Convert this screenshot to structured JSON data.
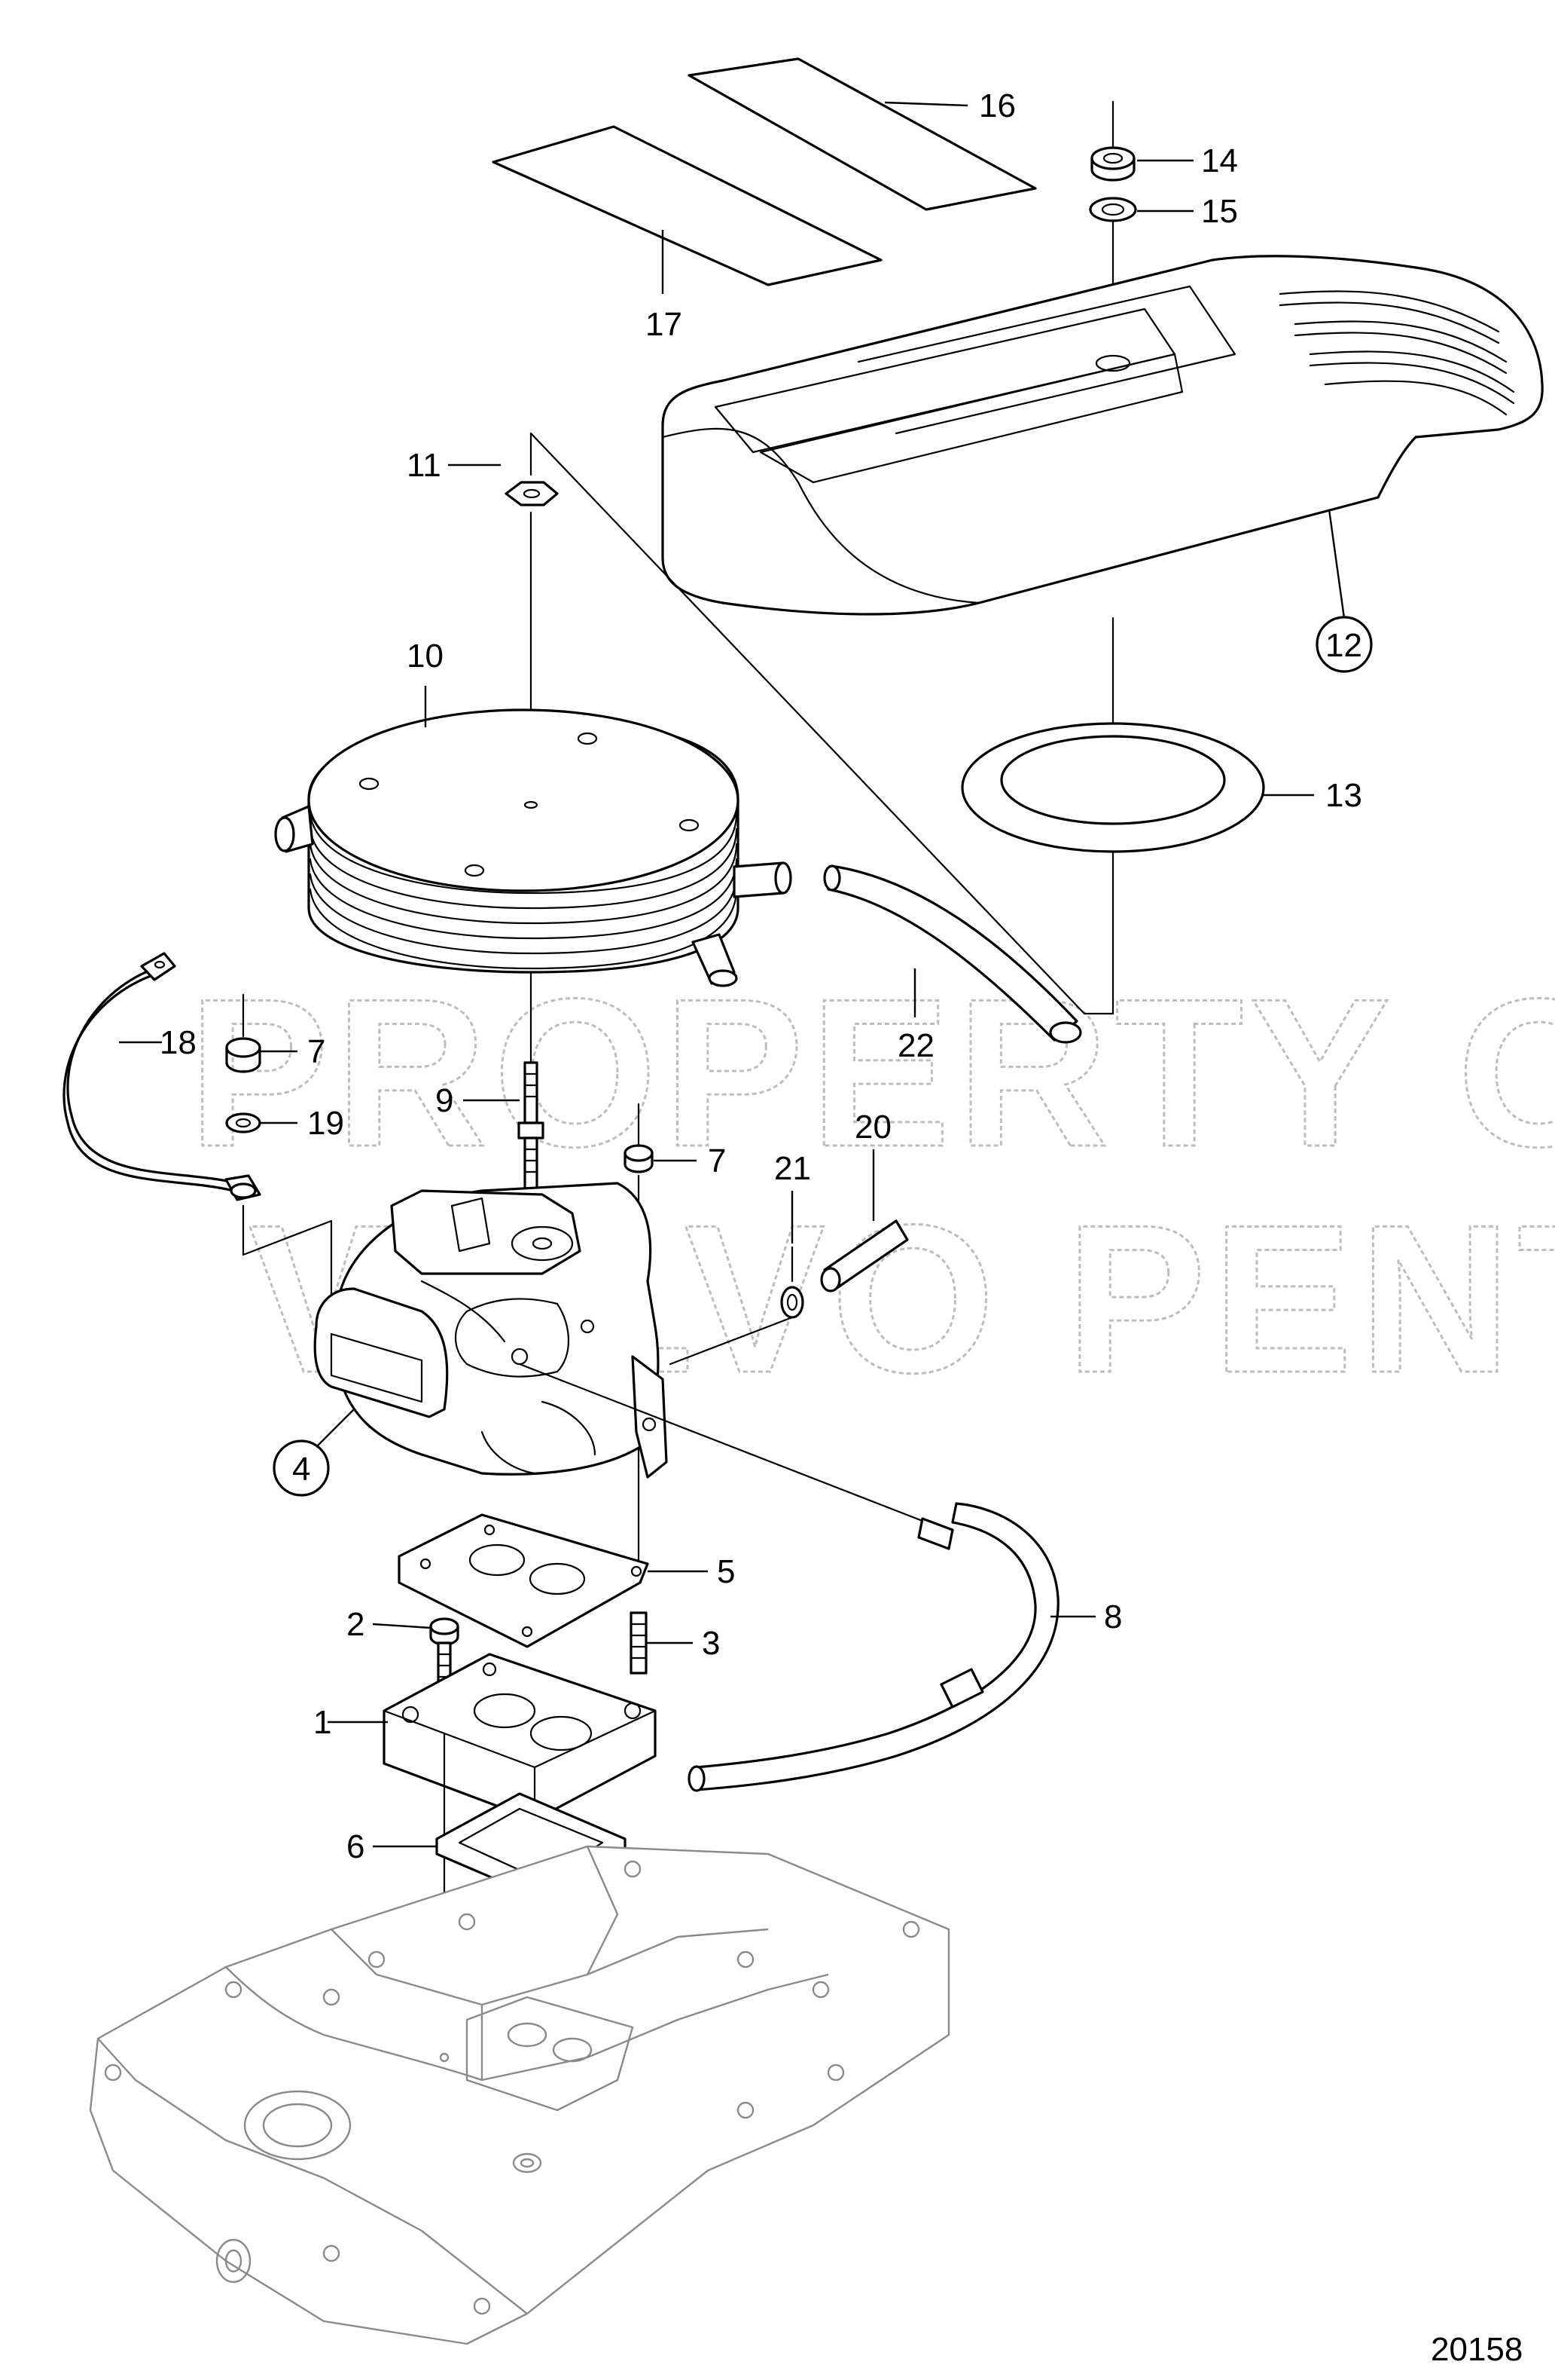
{
  "watermark": {
    "line1": "PROPERTY OF",
    "line2": "VOLVO PENTA"
  },
  "drawing_number": "20158",
  "callouts": {
    "c1": "1",
    "c2": "2",
    "c3": "3",
    "c4": "4",
    "c5": "5",
    "c6": "6",
    "c7a": "7",
    "c7b": "7",
    "c8": "8",
    "c9": "9",
    "c10": "10",
    "c11": "11",
    "c12": "12",
    "c13": "13",
    "c14": "14",
    "c15": "15",
    "c16": "16",
    "c17": "17",
    "c18": "18",
    "c19": "19",
    "c20": "20",
    "c21": "21",
    "c22": "22"
  }
}
